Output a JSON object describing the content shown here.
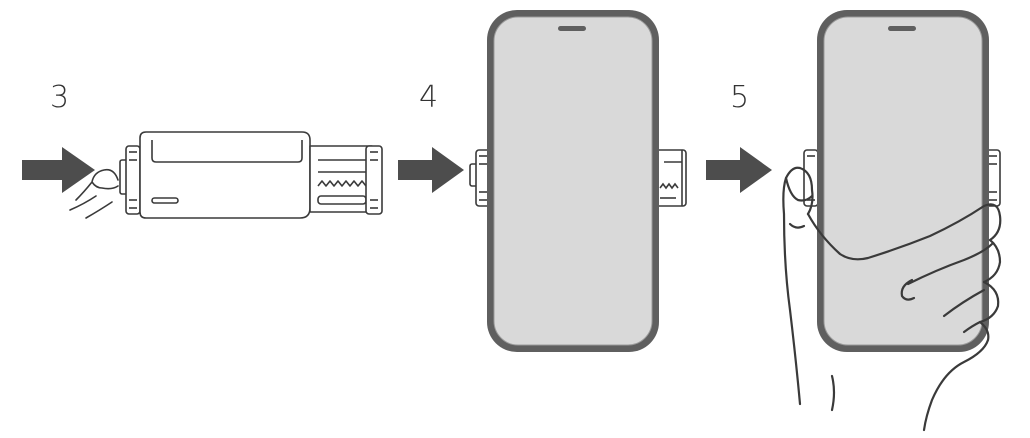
{
  "steps": [
    {
      "number": "3"
    },
    {
      "number": "4"
    },
    {
      "number": "5"
    }
  ],
  "colors": {
    "arrow": "#4d4d4d",
    "phone_body": "#d8d8d8",
    "phone_frame": "#5f5f5f",
    "line_art": "#3a3a3a",
    "background": "#ffffff"
  },
  "icons": [
    "push-arrow-icon",
    "finger-icon",
    "phone-clamp-icon",
    "smartphone-icon",
    "hand-icon"
  ]
}
